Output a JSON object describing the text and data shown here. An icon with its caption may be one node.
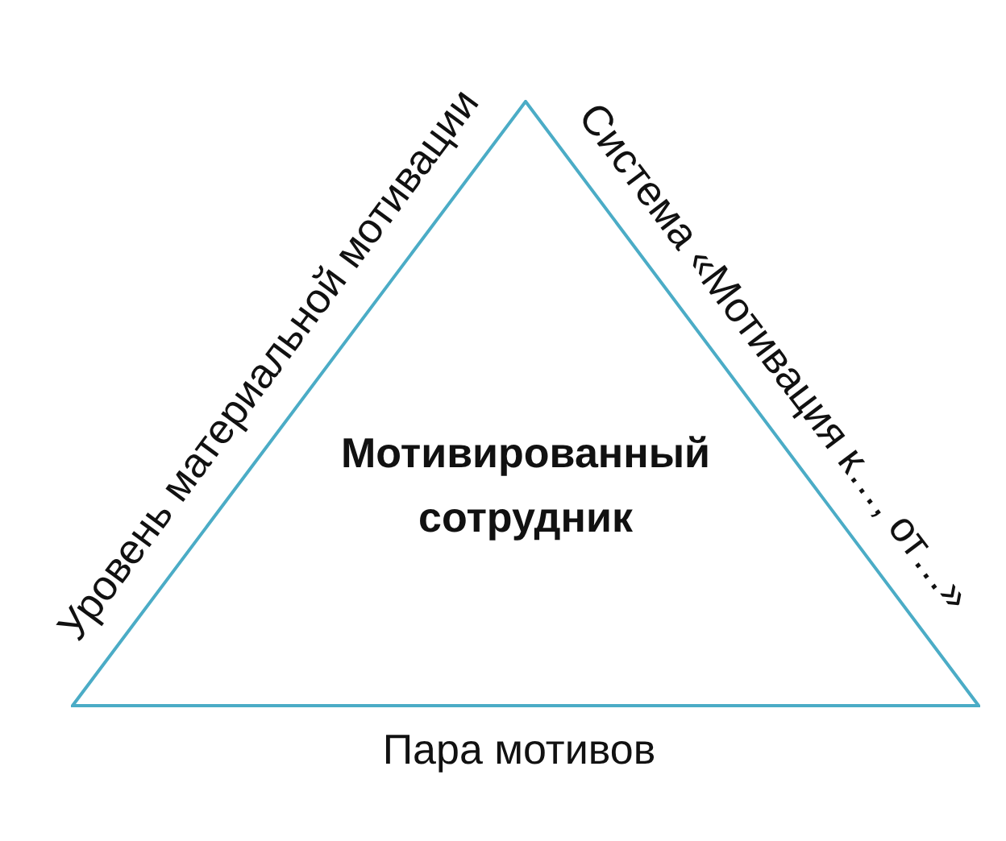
{
  "diagram": {
    "nodes": [
      {
        "text": [
          "Мотивированный сотрудник"
        ],
        "beside": [
          "Уровень материальной мотивации",
          "Система «Мотивация к…, от…»",
          "Пара мотивов"
        ]
      }
    ]
  }
}
